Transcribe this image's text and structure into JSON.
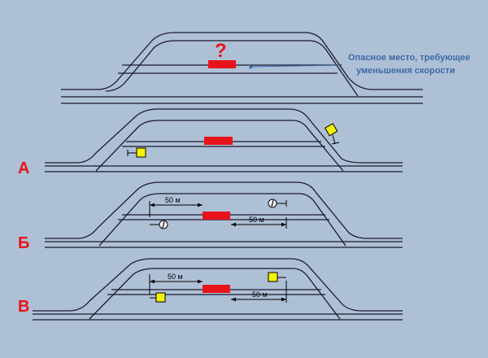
{
  "top": {
    "question_mark": "?",
    "note_line1": "Опасное место, требующее",
    "note_line2": "уменьшения скорости"
  },
  "rows": {
    "a": {
      "label": "А"
    },
    "b": {
      "label": "Б",
      "dim_left": "50 м",
      "dim_right": "50 м"
    },
    "v": {
      "label": "В",
      "dim_left": "50 м",
      "dim_right": "50 м"
    }
  },
  "colors": {
    "background": "#aec0d6",
    "hazard": "#e8141c",
    "sign_yellow": "#f4f400",
    "track": "#1a1a2e",
    "note": "#3d6aa8"
  }
}
